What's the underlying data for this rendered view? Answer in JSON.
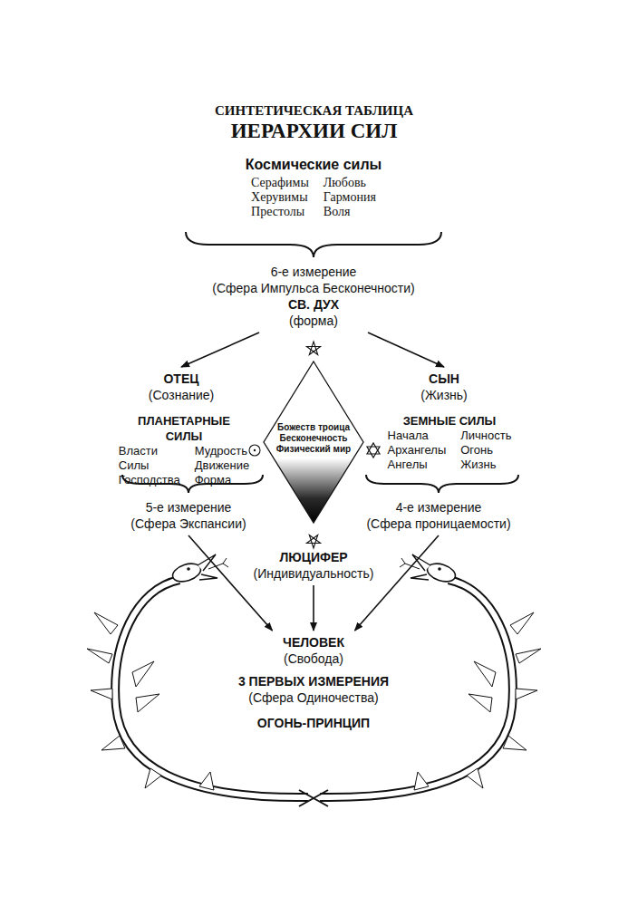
{
  "diagram": {
    "title": "СИНТЕТИЧЕСКАЯ ТАБЛИЦА",
    "nodes": [
      {
        "text": [
          "Космические силы",
          "Серафимы",
          "Любовь",
          "Херувимы",
          "Гармония",
          "Престолы",
          "Воля"
        ]
      },
      {
        "text": [
          "6-е измерение",
          "(Сфера Импульса Бесконечности)",
          "СВ. ДУХ",
          "(форма)"
        ]
      },
      {
        "text": [
          "ОТЕЦ",
          "(Сознание)"
        ]
      },
      {
        "text": [
          "СЫН",
          "(Жизнь)"
        ]
      },
      {
        "text": [
          "Божеств троица Бесконечность Физический мир"
        ]
      },
      {
        "text": [
          "ПЛАНЕТАРНЫЕ СИЛЫ",
          "Власти",
          "Мудрость",
          "Силы",
          "Движение",
          "Господства",
          "Форма"
        ]
      },
      {
        "text": [
          "ЗЕМНЫЕ СИЛЫ",
          "Начала",
          "Личность",
          "Архангелы",
          "Огонь",
          "Ангелы",
          "Жизнь"
        ]
      },
      {
        "text": [
          "5-е измерение",
          "(Сфера Экспансии)"
        ]
      },
      {
        "text": [
          "4-е измерение",
          "(Сфера проницаемости)"
        ]
      },
      {
        "text": [
          "ЛЮЦИФЕР",
          "(Индивидуальность)"
        ]
      },
      {
        "text": [
          "ЧЕЛОВЕК",
          "(Свобода)"
        ]
      },
      {
        "text": [
          "3 ПЕРВЫХ ИЗМЕРЕНИЯ",
          "(Сфера Одиночества)",
          "ОГОНЬ-ПРИНЦИП"
        ]
      }
    ],
    "edges": [
      {
        "from": 1,
        "to": 2,
        "arrow": "to"
      },
      {
        "from": 1,
        "to": 3,
        "arrow": "to"
      },
      {
        "from": 7,
        "to": 10,
        "arrow": "to"
      },
      {
        "from": 8,
        "to": 10,
        "arrow": "to"
      },
      {
        "from": 9,
        "to": 10,
        "arrow": "to"
      }
    ],
    "labels": [
      "ИЕРАРХИИ СИЛ"
    ]
  }
}
